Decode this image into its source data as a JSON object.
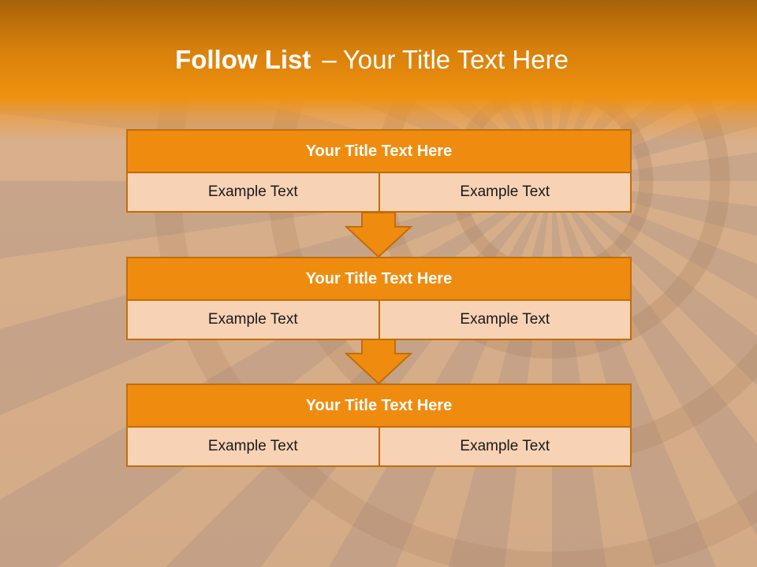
{
  "slide": {
    "title_bold": "Follow List",
    "title_separator": "–",
    "title_rest": "Your Title Text Here"
  },
  "steps": [
    {
      "title": "Your Title Text Here",
      "left": "Example Text",
      "right": "Example Text"
    },
    {
      "title": "Your Title Text Here",
      "left": "Example Text",
      "right": "Example Text"
    },
    {
      "title": "Your Title Text Here",
      "left": "Example Text",
      "right": "Example Text"
    }
  ],
  "colors": {
    "header_orange": "#ef900f",
    "box_orange": "#ef8c10",
    "cell_peach": "#f8d2b5",
    "border_brown": "#c06e0a"
  }
}
